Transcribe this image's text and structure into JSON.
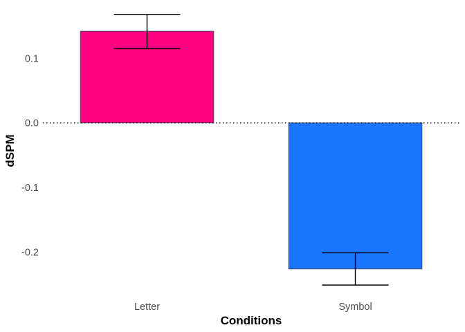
{
  "chart_data": {
    "type": "bar",
    "title": "",
    "xlabel": "Conditions",
    "ylabel": "dSPM",
    "categories": [
      "Letter",
      "Symbol"
    ],
    "values": [
      0.142,
      -0.226
    ],
    "error_upper": [
      0.168,
      -0.201
    ],
    "error_lower": [
      0.115,
      -0.251
    ],
    "colors": [
      "#ff0080",
      "#1a75ff"
    ],
    "bar_border_color": "#4d4d66",
    "yticks": [
      0.1,
      0.0,
      -0.1,
      -0.2
    ],
    "ytick_labels": [
      "0.1",
      "0.0",
      "-0.1",
      "-0.2"
    ],
    "ylim": [
      -0.268,
      0.185
    ],
    "zero_line": "dotted",
    "grid": false,
    "legend": "none"
  }
}
